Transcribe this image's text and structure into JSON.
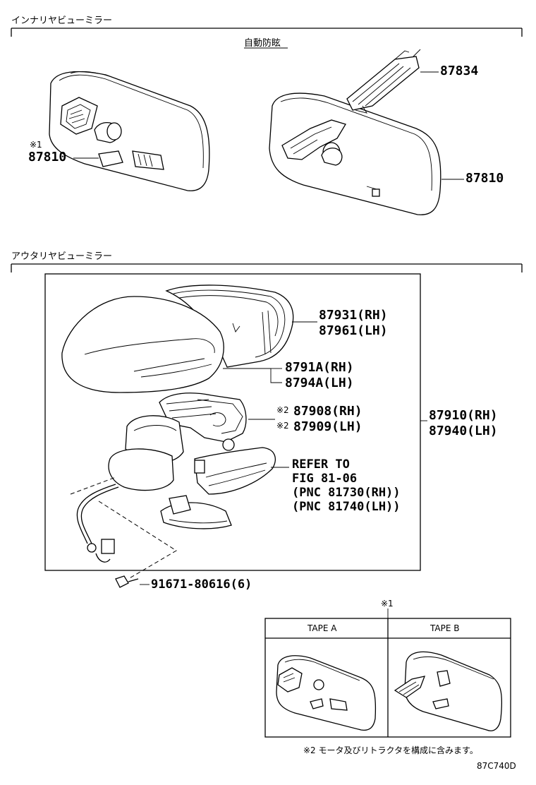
{
  "sections": {
    "inner_title": "インナリヤビューミラー",
    "outer_title": "アウタリヤビューミラー",
    "auto_dimming_label": "自動防眩"
  },
  "inner_parts": {
    "tape_mark_1": "※1",
    "left_mirror_pn": "87810",
    "bracket_pn": "87834",
    "right_mirror_pn": "87810"
  },
  "outer_parts": {
    "cover_rh": "87931(RH)",
    "cover_lh": "87961(LH)",
    "glass_rh": "8791A(RH)",
    "glass_lh": "8794A(LH)",
    "motor_mark": "※2",
    "motor_rh": "87908(RH)",
    "motor_lh": "87909(LH)",
    "assy_rh": "87910(RH)",
    "assy_lh": "87940(LH)",
    "refer_line1": "REFER TO",
    "refer_line2": "FIG 81-06",
    "refer_line3": "(PNC 81730(RH))",
    "refer_line4": "(PNC 81740(LH))",
    "screw_pn": "91671-80616(6)"
  },
  "tape_table": {
    "mark": "※1",
    "col_a": "TAPE A",
    "col_b": "TAPE B"
  },
  "footnote": "※2 モータ及びリトラクタを構成に含みます。",
  "figure_code": "87C740D"
}
